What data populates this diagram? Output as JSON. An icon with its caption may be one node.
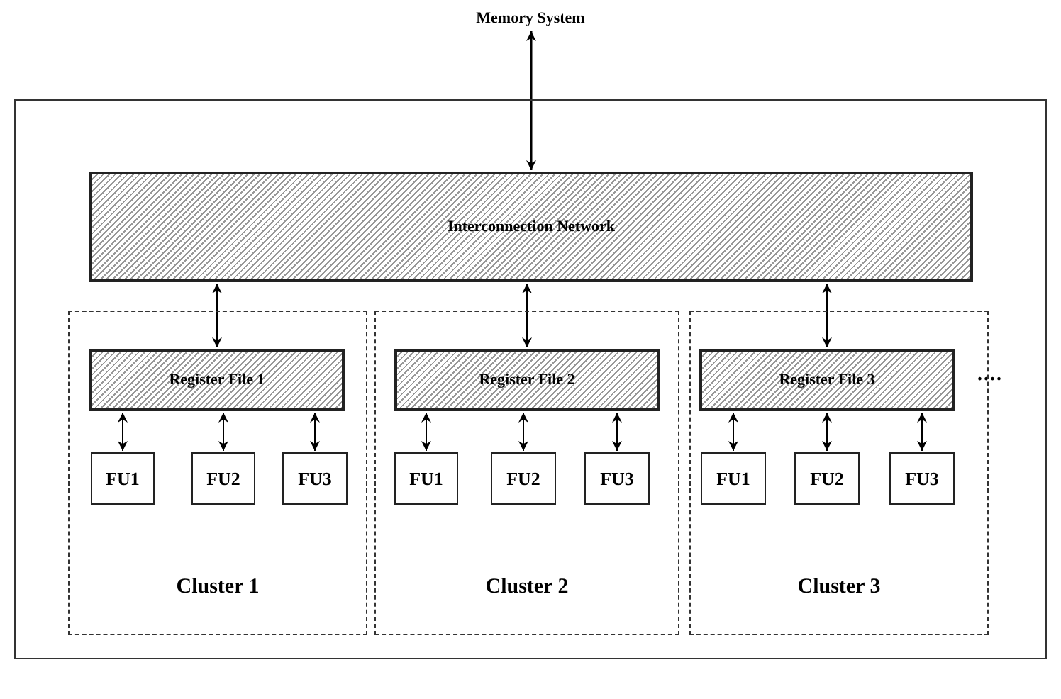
{
  "diagram": {
    "nodes": [
      {
        "text": [
          "Memory System"
        ]
      },
      {
        "text": [],
        "shape": "box"
      },
      {
        "text": [
          "Interconnection Network"
        ],
        "in": 1
      },
      {
        "text": [
          "Cluster 1"
        ],
        "in": 1
      },
      {
        "text": [
          "Register File 1"
        ],
        "in": 3
      },
      {
        "text": [
          "FU1"
        ],
        "in": 3
      },
      {
        "text": [
          "FU2"
        ],
        "in": 3
      },
      {
        "text": [
          "FU3"
        ],
        "in": 3
      },
      {
        "text": [
          "Cluster 2"
        ],
        "in": 1
      },
      {
        "text": [
          "Register File 2"
        ],
        "in": 8
      },
      {
        "text": [
          "FU1"
        ],
        "in": 8
      },
      {
        "text": [
          "FU2"
        ],
        "in": 8
      },
      {
        "text": [
          "FU3"
        ],
        "in": 8
      },
      {
        "text": [
          "Cluster 3"
        ],
        "in": 1
      },
      {
        "text": [
          "Register File 3"
        ],
        "in": 13
      },
      {
        "text": [
          "FU1"
        ],
        "in": 13
      },
      {
        "text": [
          "FU2"
        ],
        "in": 13
      },
      {
        "text": [
          "FU3"
        ],
        "in": 13
      }
    ],
    "edges": [
      {
        "from": 0,
        "to": 2,
        "arrow": "both"
      },
      {
        "from": 2,
        "to": 4,
        "arrow": "both"
      },
      {
        "from": 2,
        "to": 9,
        "arrow": "both"
      },
      {
        "from": 2,
        "to": 14,
        "arrow": "both"
      },
      {
        "from": 4,
        "to": 5,
        "arrow": "both"
      },
      {
        "from": 4,
        "to": 6,
        "arrow": "both"
      },
      {
        "from": 4,
        "to": 7,
        "arrow": "both"
      },
      {
        "from": 9,
        "to": 10,
        "arrow": "both"
      },
      {
        "from": 9,
        "to": 11,
        "arrow": "both"
      },
      {
        "from": 9,
        "to": 12,
        "arrow": "both"
      },
      {
        "from": 14,
        "to": 15,
        "arrow": "both"
      },
      {
        "from": 14,
        "to": 16,
        "arrow": "both"
      },
      {
        "from": 14,
        "to": 17,
        "arrow": "both"
      }
    ],
    "labels": [
      "...."
    ]
  }
}
